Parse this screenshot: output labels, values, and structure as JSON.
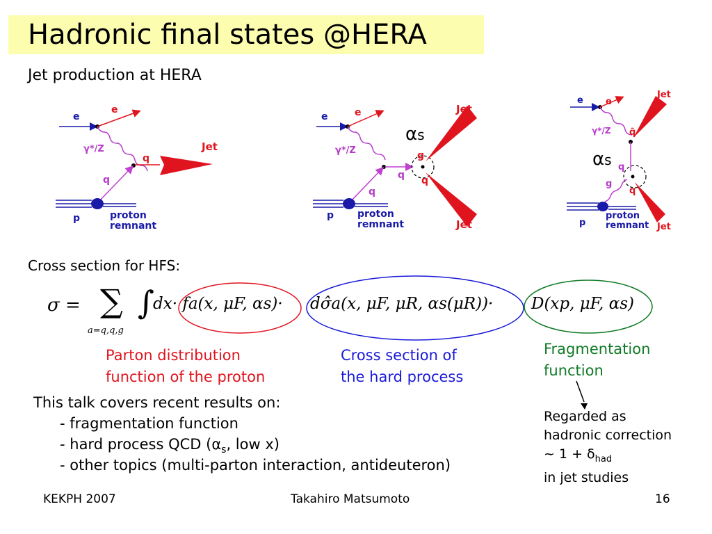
{
  "title": "Hadronic final states @HERA",
  "subtitle": "Jet production at HERA",
  "diagrams": {
    "labels": {
      "e": "e",
      "boson": "γ*/Z",
      "q": "q",
      "qbar": "q̄",
      "g": "g",
      "jet": "Jet",
      "p": "p",
      "proton": "proton",
      "remnant": "remnant"
    },
    "alpha": "α",
    "alpha_sub": "s"
  },
  "cross_section_label": "Cross section for HFS:",
  "formula": {
    "lhs": "σ =",
    "sum": "∑",
    "sum_index": "a=q,q,g",
    "integral": "∫",
    "pdf_part": "dx· fa(x, μF, αs)·",
    "hard_part": "dσ̂a(x, μF, μR, αs(μR))·",
    "frag_part": "D(xp, μF, αs)"
  },
  "annotations": {
    "pdf": [
      "Parton distribution",
      "function  of the proton"
    ],
    "hard": [
      "Cross section of",
      "the hard process"
    ],
    "frag": [
      "Fragmentation",
      "function"
    ]
  },
  "talk": {
    "intro": "This talk covers recent results on:",
    "item1": "- fragmentation function",
    "item2_a": "- hard process QCD (",
    "item2_alpha": "α",
    "item2_sub": "s",
    "item2_b": ", low x)",
    "item3": "- other topics (multi-parton interaction, antideuteron)"
  },
  "side_note": {
    "line1": "Regarded as",
    "line2": "hadronic correction",
    "line3_a": "~ 1 + ",
    "line3_delta": "δ",
    "line3_sub": "had",
    "line4": "in jet studies"
  },
  "footer": {
    "left": "KEKPH 2007",
    "center": "Takahiro Matsumoto",
    "right": "16"
  },
  "colors": {
    "title_bg": "#fdfdb0",
    "diagram_red": "#e0141e",
    "diagram_blue": "#1a1aa8",
    "boson_purple": "#b43cc8",
    "pdf_red": "#e0141e",
    "hard_blue": "#1a1ad8",
    "frag_green": "#0f7a25"
  }
}
